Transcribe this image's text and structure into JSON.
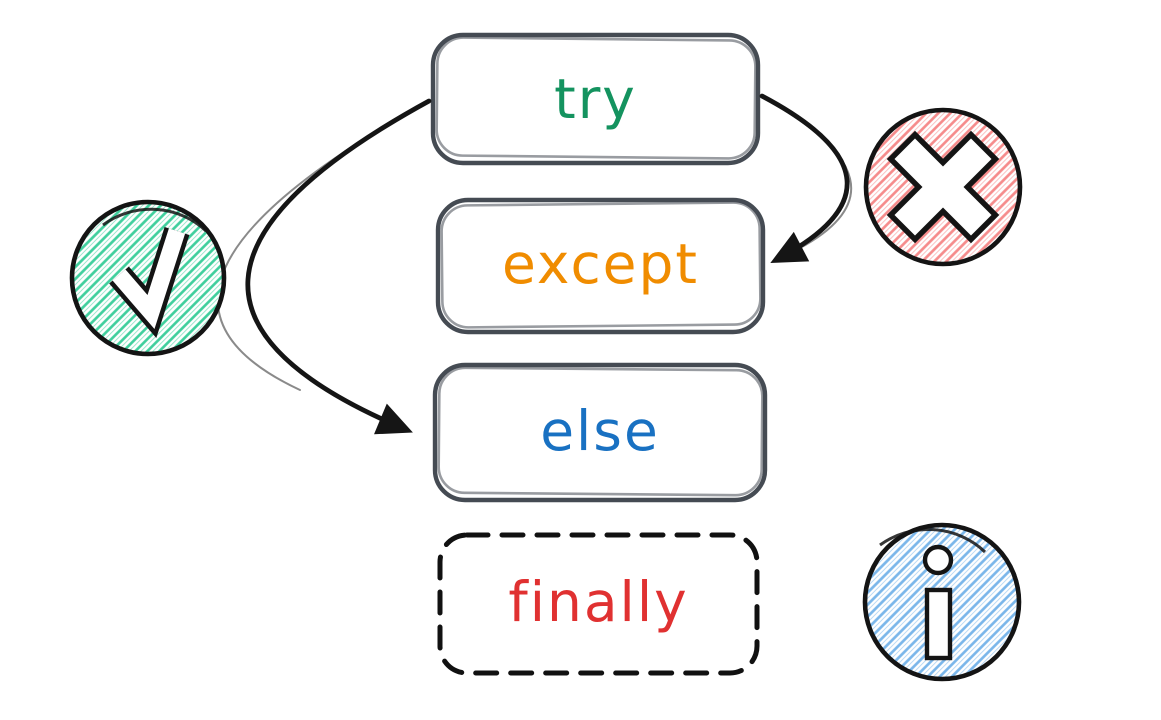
{
  "diagram": {
    "nodes": [
      {
        "id": "try",
        "label": "try",
        "text_color": "#14935f",
        "border_style": "solid"
      },
      {
        "id": "except",
        "label": "except",
        "text_color": "#f08c00",
        "border_style": "solid"
      },
      {
        "id": "else",
        "label": "else",
        "text_color": "#1971c2",
        "border_style": "solid"
      },
      {
        "id": "finally",
        "label": "finally",
        "text_color": "#e03131",
        "border_style": "dashed"
      }
    ],
    "edges": [
      {
        "from": "try",
        "to": "else",
        "side": "left"
      },
      {
        "from": "try",
        "to": "except",
        "side": "right"
      }
    ],
    "icons": [
      {
        "name": "check-circle-icon",
        "glyph": "checkmark",
        "hatch_color": "#3fcf9d",
        "position": "left-middle"
      },
      {
        "name": "cross-circle-icon",
        "glyph": "cross",
        "hatch_color": "#f68b8b",
        "position": "right-top"
      },
      {
        "name": "info-circle-icon",
        "glyph": "info",
        "hatch_color": "#7ab6ea",
        "position": "right-bottom"
      }
    ],
    "colors": {
      "background": "#ffffff",
      "box_border": "#454b53",
      "ink": "#151515"
    }
  }
}
